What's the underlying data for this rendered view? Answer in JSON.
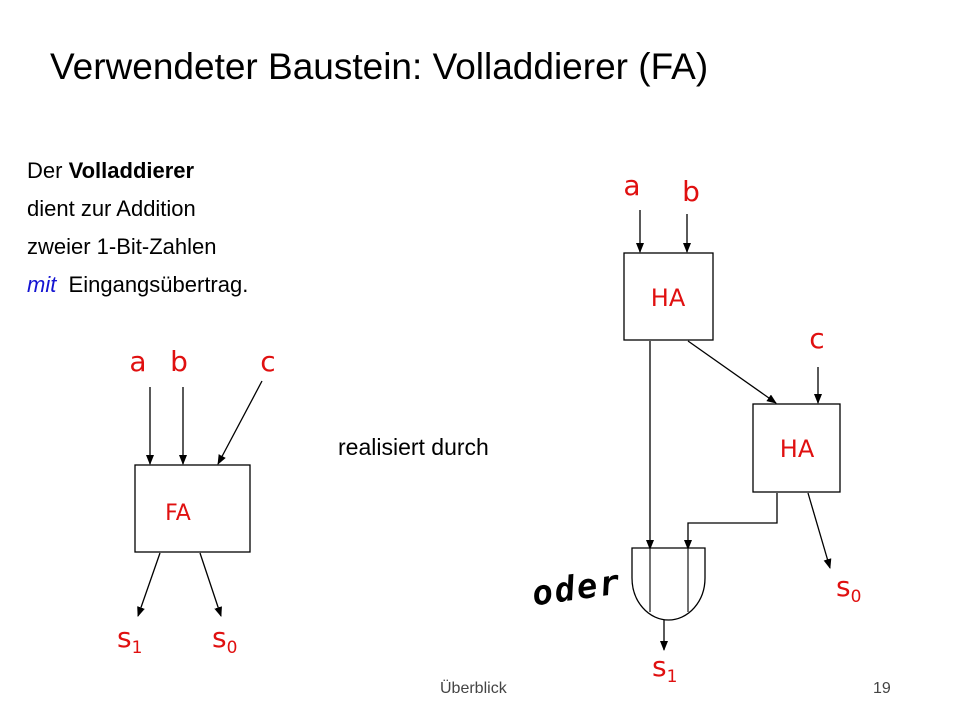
{
  "slide": {
    "title": "Verwendeter Baustein: Volladdierer (FA)",
    "footer_label": "Überblick",
    "page_number": "19"
  },
  "intro": {
    "line1_prefix": "Der ",
    "line1_bold": "Volladdierer",
    "line2": "dient zur Addition",
    "line3": "zweier 1-Bit-Zahlen",
    "line4_italic": "mit",
    "line4_rest": "  Eingangsübertrag."
  },
  "middle_text": "realisiert durch",
  "fa_diagram": {
    "input_a": "a",
    "input_b": "b",
    "input_c": "c",
    "block_label": "FA",
    "output_s1": "s",
    "output_s1_sub": "1",
    "output_s0": "s",
    "output_s0_sub": "0"
  },
  "ha_diagram": {
    "input_a": "a",
    "input_b": "b",
    "input_c": "c",
    "block1_label": "HA",
    "block2_label": "HA",
    "output_s0": "s",
    "output_s0_sub": "0",
    "output_s1": "s",
    "output_s1_sub": "1"
  },
  "annotation": "oder",
  "colors": {
    "signal_label": "#e01010",
    "emphasis_blue": "#1414d2",
    "line": "#000000"
  }
}
